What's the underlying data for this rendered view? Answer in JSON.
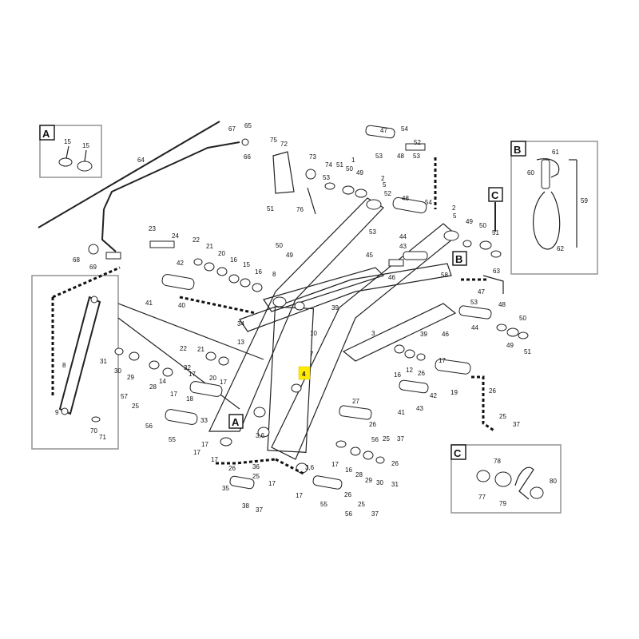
{
  "highlight": {
    "label": "4",
    "color": "#ffea00"
  },
  "callouts": {
    "A": "A",
    "B": "B",
    "C": "C"
  },
  "labels": {
    "l1": "1",
    "l2": "2",
    "l3": "3",
    "l5": "5",
    "l7": "7",
    "l8": "8",
    "l9": "9",
    "l10": "10",
    "l12": "12",
    "l13": "13",
    "l14": "14",
    "l15": "15",
    "l16": "16",
    "l17": "17",
    "l18": "18",
    "l19": "19",
    "l20": "20",
    "l21": "21",
    "l22": "22",
    "l23": "23",
    "l24": "24",
    "l25": "25",
    "l26": "26",
    "l27": "27",
    "l28": "28",
    "l29": "29",
    "l30": "30",
    "l31": "31",
    "l32": "32",
    "l33": "33",
    "l34": "34",
    "l35": "35",
    "l36": "36",
    "l37": "37",
    "l38": "38",
    "l39": "39",
    "l40": "40",
    "l41": "41",
    "l42": "42",
    "l43": "43",
    "l44": "44",
    "l45": "45",
    "l46": "46",
    "l47": "47",
    "l48": "48",
    "l49": "49",
    "l50": "50",
    "l51": "51",
    "l52": "52",
    "l53": "53",
    "l54": "54",
    "l55": "55",
    "l56": "56",
    "l57": "57",
    "l58": "58",
    "l59": "59",
    "l60": "60",
    "l61": "61",
    "l62": "62",
    "l63": "63",
    "l64": "64",
    "l65": "65",
    "l66": "66",
    "l67": "67",
    "l68": "68",
    "l69": "69",
    "l70": "70",
    "l71": "71",
    "l72": "72",
    "l73": "73",
    "l74": "74",
    "l75": "75",
    "l76": "76",
    "l77": "77",
    "l78": "78",
    "l79": "79",
    "l80": "80",
    "l36b": "3,6",
    "l4": "4"
  }
}
